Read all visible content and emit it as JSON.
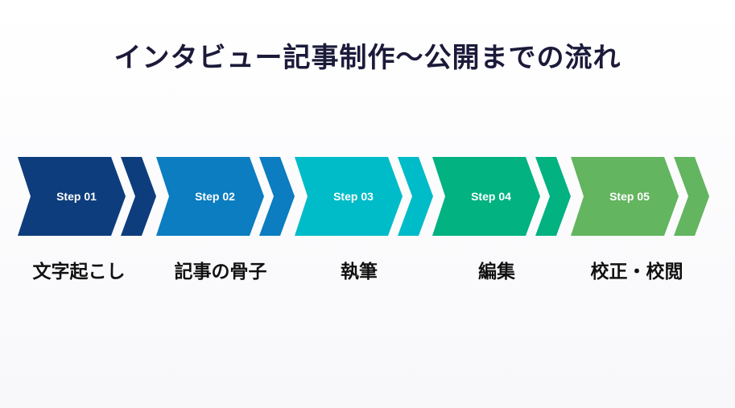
{
  "title": "インタビュー記事制作〜公開までの流れ",
  "steps": [
    {
      "label": "Step 01",
      "caption": "文字起こし",
      "color": "#0d3d7c"
    },
    {
      "label": "Step 02",
      "caption": "記事の骨子",
      "color": "#0b7dc0"
    },
    {
      "label": "Step 03",
      "caption": "執筆",
      "color": "#00bcc8"
    },
    {
      "label": "Step 04",
      "caption": "編集",
      "color": "#02b281"
    },
    {
      "label": "Step 05",
      "caption": "校正・校閲",
      "color": "#63b55f"
    }
  ]
}
